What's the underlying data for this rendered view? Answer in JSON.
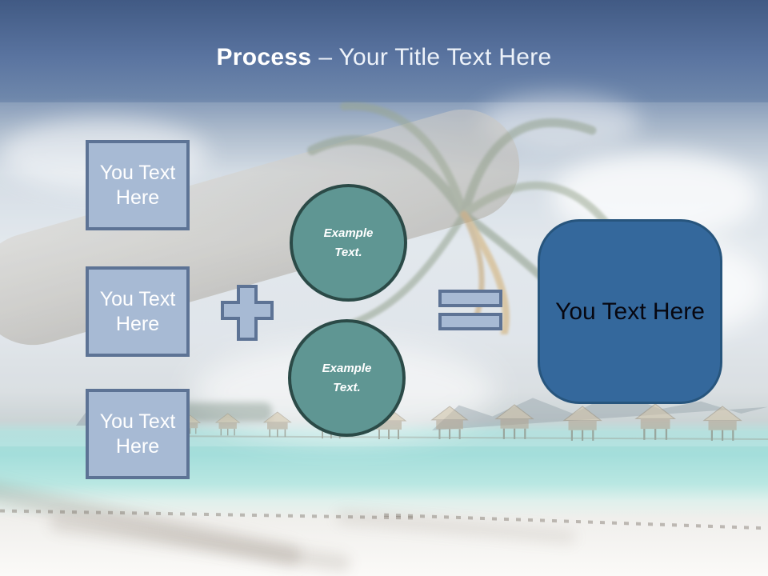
{
  "slide": {
    "title": {
      "bold": "Process",
      "rest": "– Your Title Text Here"
    },
    "inputs": [
      {
        "label": "You Text Here"
      },
      {
        "label": "You Text Here"
      },
      {
        "label": "You Text Here"
      }
    ],
    "examples": [
      {
        "line1": "Example",
        "line2": "Text."
      },
      {
        "line1": "Example",
        "line2": "Text."
      }
    ],
    "result": {
      "label": "You Text Here"
    },
    "colors": {
      "header_gradient_top": "#415a84",
      "header_gradient_bottom": "#6e87ab",
      "input_fill": "#a7bad4",
      "input_border": "#5d7395",
      "example_fill": "#5f9693",
      "example_border": "#2b4a47",
      "result_fill": "#34689c",
      "result_border": "#27557d",
      "title_text": "#ffffff",
      "lagoon": "#a4dedb"
    }
  }
}
